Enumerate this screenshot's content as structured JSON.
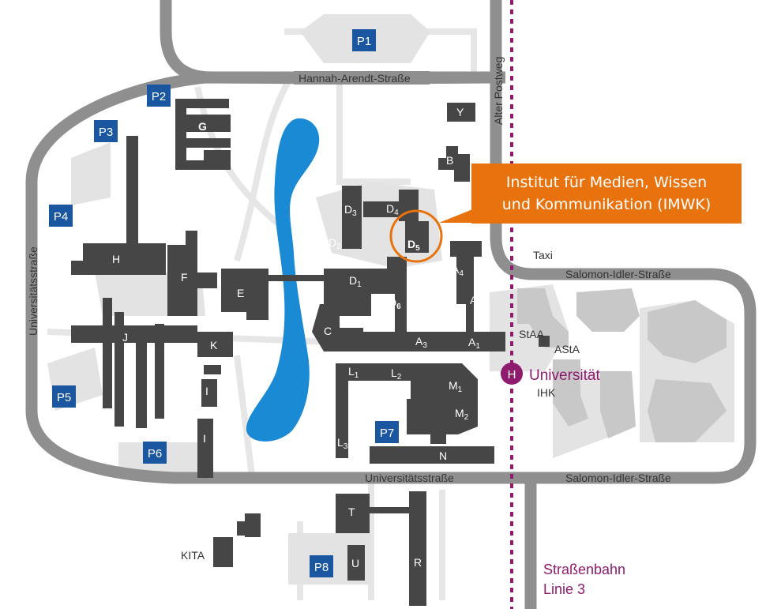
{
  "colors": {
    "road": "#8f8f8f",
    "building_dark": "#464646",
    "building_light": "#c8c8c8",
    "parking": "#1a57a0",
    "lake": "#1a8ad4",
    "callout": "#e8730e",
    "tram": "#8e1b6e"
  },
  "streets": {
    "hannah_arendt": "Hannah-Arendt-Straße",
    "alter_postweg": "Alter Postweg",
    "universitaetsstrasse_left": "Universitätsstraße",
    "universitaetsstrasse_bottom": "Universitätsstraße",
    "salomon_idler_top": "Salomon-Idler-Straße",
    "salomon_idler_bottom": "Salomon-Idler-Straße"
  },
  "parking": [
    "P1",
    "P2",
    "P3",
    "P4",
    "P5",
    "P6",
    "P7",
    "P8"
  ],
  "buildings": {
    "A1": "A",
    "A1_sub": "1",
    "A2": "A",
    "A2_sub": "2",
    "A3": "A",
    "A3_sub": "3",
    "A4": "A",
    "A4_sub": "4",
    "B": "B",
    "C": "C",
    "D1": "D",
    "D1_sub": "1",
    "D2": "D",
    "D2_sub": "2",
    "D3": "D",
    "D3_sub": "3",
    "D4": "D",
    "D4_sub": "4",
    "D5": "D",
    "D5_sub": "5",
    "D6": "D",
    "D6_sub": "6",
    "E": "E",
    "F": "F",
    "G": "G",
    "H": "H",
    "I1": "I",
    "I2": "I",
    "J": "J",
    "K": "K",
    "L1": "L",
    "L1_sub": "1",
    "L2": "L",
    "L2_sub": "2",
    "L3": "L",
    "L3_sub": "3",
    "M1": "M",
    "M1_sub": "1",
    "M2": "M",
    "M2_sub": "2",
    "N": "N",
    "T": "T",
    "U": "U",
    "R": "R",
    "Y": "Y",
    "kita": "KITA",
    "staa": "StAA",
    "asta": "AStA",
    "ihk": "IHK"
  },
  "callout": {
    "line1": "Institut für Medien, Wissen",
    "line2": "und Kommunikation (IMWK)"
  },
  "taxi": "Taxi",
  "stop": {
    "symbol": "H",
    "name": "Universität"
  },
  "tram": {
    "line1": "Straßenbahn",
    "line2": "Linie 3"
  }
}
